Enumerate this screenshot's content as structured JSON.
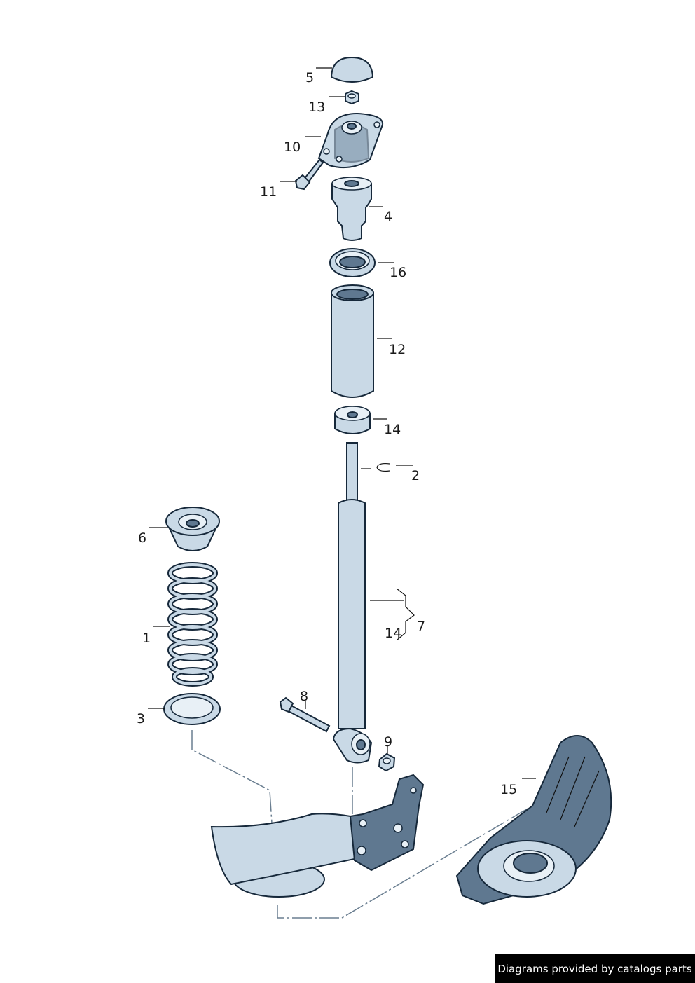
{
  "labels": {
    "p1": "1",
    "p2": "2",
    "p3": "3",
    "p4": "4",
    "p5": "5",
    "p6": "6",
    "p7": "7",
    "p8": "8",
    "p9": "9",
    "p10": "10",
    "p11": "11",
    "p12": "12",
    "p13": "13",
    "p14": "14",
    "p14b": "14",
    "p15": "15",
    "p16": "16"
  },
  "caption": "Diagrams provided by catalogs parts",
  "colors": {
    "part_fill": "#c9d9e6",
    "part_dark": "#5f7890",
    "outline": "#16283a"
  }
}
